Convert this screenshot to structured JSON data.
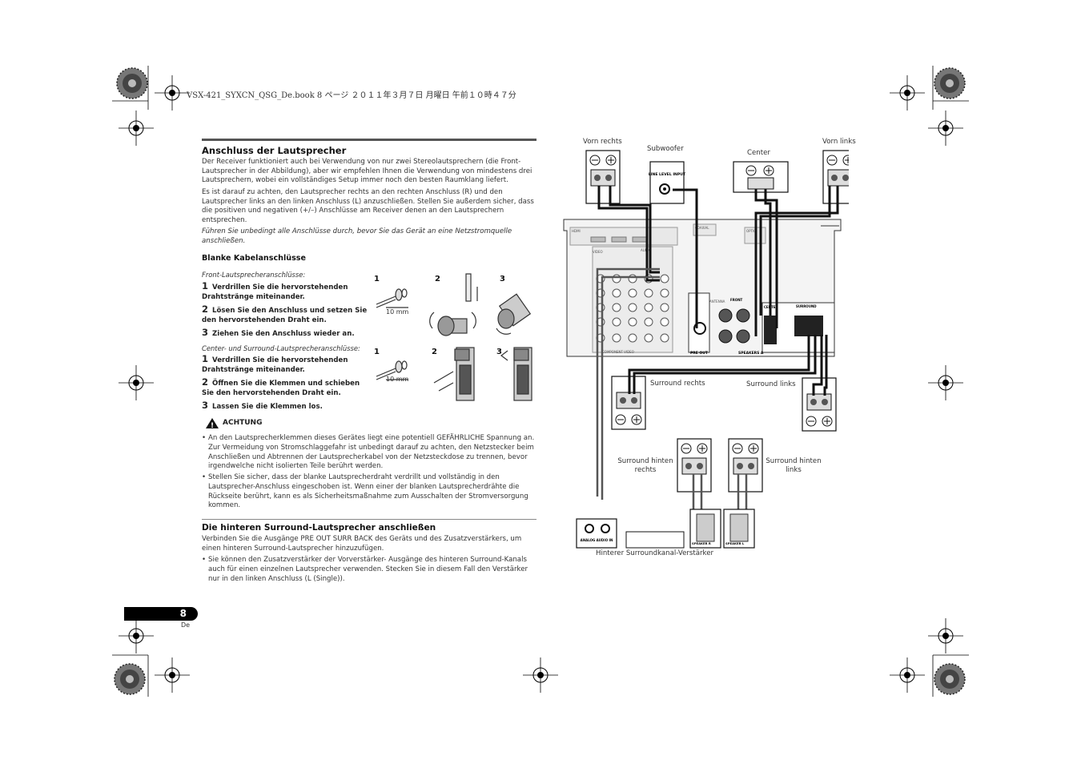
{
  "print_header": "VSX-421_SYXCN_QSG_De.book  8 ページ  ２０１１年３月７日  月曜日  午前１０時４７分",
  "section1": {
    "title": "Anschluss der Lautsprecher",
    "p1": "Der Receiver funktioniert auch bei Verwendung von nur zwei Stereolautsprechern (die Front-Lautsprecher in der Abbildung), aber wir empfehlen Ihnen die Verwendung von mindestens drei Lautsprechern, wobei ein vollständiges Setup immer noch den besten Raumklang liefert.",
    "p2": "Es ist darauf zu achten, den Lautsprecher rechts an den rechten Anschluss (R) und den Lautsprecher links an den linken Anschluss (L) anzuschließen. Stellen Sie außerdem sicher, dass die positiven und negativen (+/–) Anschlüsse am Receiver denen an den Lautsprechern entsprechen.",
    "p3": "Führen Sie unbedingt alle Anschlüsse durch, bevor Sie das Gerät an eine Netzstromquelle anschließen."
  },
  "bare_wire": {
    "title": "Blanke Kabelanschlüsse",
    "front_caption": "Front-Lautsprecheranschlüsse:",
    "front_steps": [
      {
        "num": "1",
        "text": "Verdrillen Sie die hervorstehenden Drahtstränge miteinander."
      },
      {
        "num": "2",
        "text": "Lösen Sie den Anschluss und setzen Sie den hervorstehenden Draht ein."
      },
      {
        "num": "3",
        "text": "Ziehen Sie den Anschluss wieder an."
      }
    ],
    "center_caption": "Center- und Surround-Lautsprecheranschlüsse:",
    "center_steps": [
      {
        "num": "1",
        "text": "Verdrillen Sie die hervorstehenden Drahtstränge miteinander."
      },
      {
        "num": "2",
        "text": "Öffnen Sie die Klemmen und schieben Sie den hervorstehenden Draht ein."
      },
      {
        "num": "3",
        "text": "Lassen Sie die Klemmen los."
      }
    ],
    "fig_numbers": [
      "1",
      "2",
      "3"
    ],
    "wire_length": "10 mm"
  },
  "caution": {
    "title": "ACHTUNG",
    "bullets": [
      "An den Lautsprecherklemmen dieses Gerätes liegt eine potentiell GEFÄHRLICHE Spannung an. Zur Vermeidung von Stromschlaggefahr ist unbedingt darauf zu achten, den Netzstecker beim Anschließen und Abtrennen der Lautsprecherkabel von der Netzsteckdose zu trennen, bevor irgendwelche nicht isolierten Teile berührt werden.",
      "Stellen Sie sicher, dass der blanke Lautsprecherdraht verdrillt und vollständig in den Lautsprecher-Anschluss eingeschoben ist. Wenn einer der blanken Lautsprecherdrähte die Rückseite berührt, kann es als Sicherheitsmaßnahme zum Ausschalten der Stromversorgung kommen."
    ]
  },
  "section2": {
    "title": "Die hinteren Surround-Lautsprecher anschließen",
    "p1": "Verbinden Sie die Ausgänge PRE OUT SURR BACK des Geräts und des Zusatzverstärkers, um einen hinteren Surround-Lautsprecher hinzuzufügen.",
    "bullet": "Sie können den Zusatzverstärker der Vorverstärker- Ausgänge des hinteren Surround-Kanals auch für einen einzelnen Lautsprecher verwenden. Stecken Sie in diesem Fall den Verstärker nur in den linken Anschluss (L (Single))."
  },
  "diagram": {
    "labels": {
      "front_right": "Vorn rechts",
      "subwoofer": "Subwoofer",
      "center": "Center",
      "front_left": "Vorn links",
      "surround_right": "Surround rechts",
      "surround_left": "Surround links",
      "surround_back_right": "Surround hinten rechts",
      "surround_back_left": "Surround hinten links",
      "back_amp": "Hinterer Surroundkanal-Verstärker"
    },
    "panel_text": {
      "line_level_input": "LINE LEVEL INPUT",
      "hdmi": "HDMI",
      "video": "VIDEO",
      "audio": "AUDIO",
      "coaxial": "COAXIAL",
      "optical": "OPTIC",
      "antenna": "ANTENNA",
      "front": "FRONT",
      "center": "CENTER",
      "surround": "SURROUND",
      "pre_out": "PRE OUT",
      "speakers_a": "SPEAKERS A",
      "component_video": "COMPONENT VIDEO",
      "analog_audio_in": "ANALOG AUDIO IN",
      "speaker_r": "SPEAKER R",
      "speaker_l": "SPEAKER L"
    }
  },
  "page": {
    "number": "8",
    "lang": "De"
  }
}
